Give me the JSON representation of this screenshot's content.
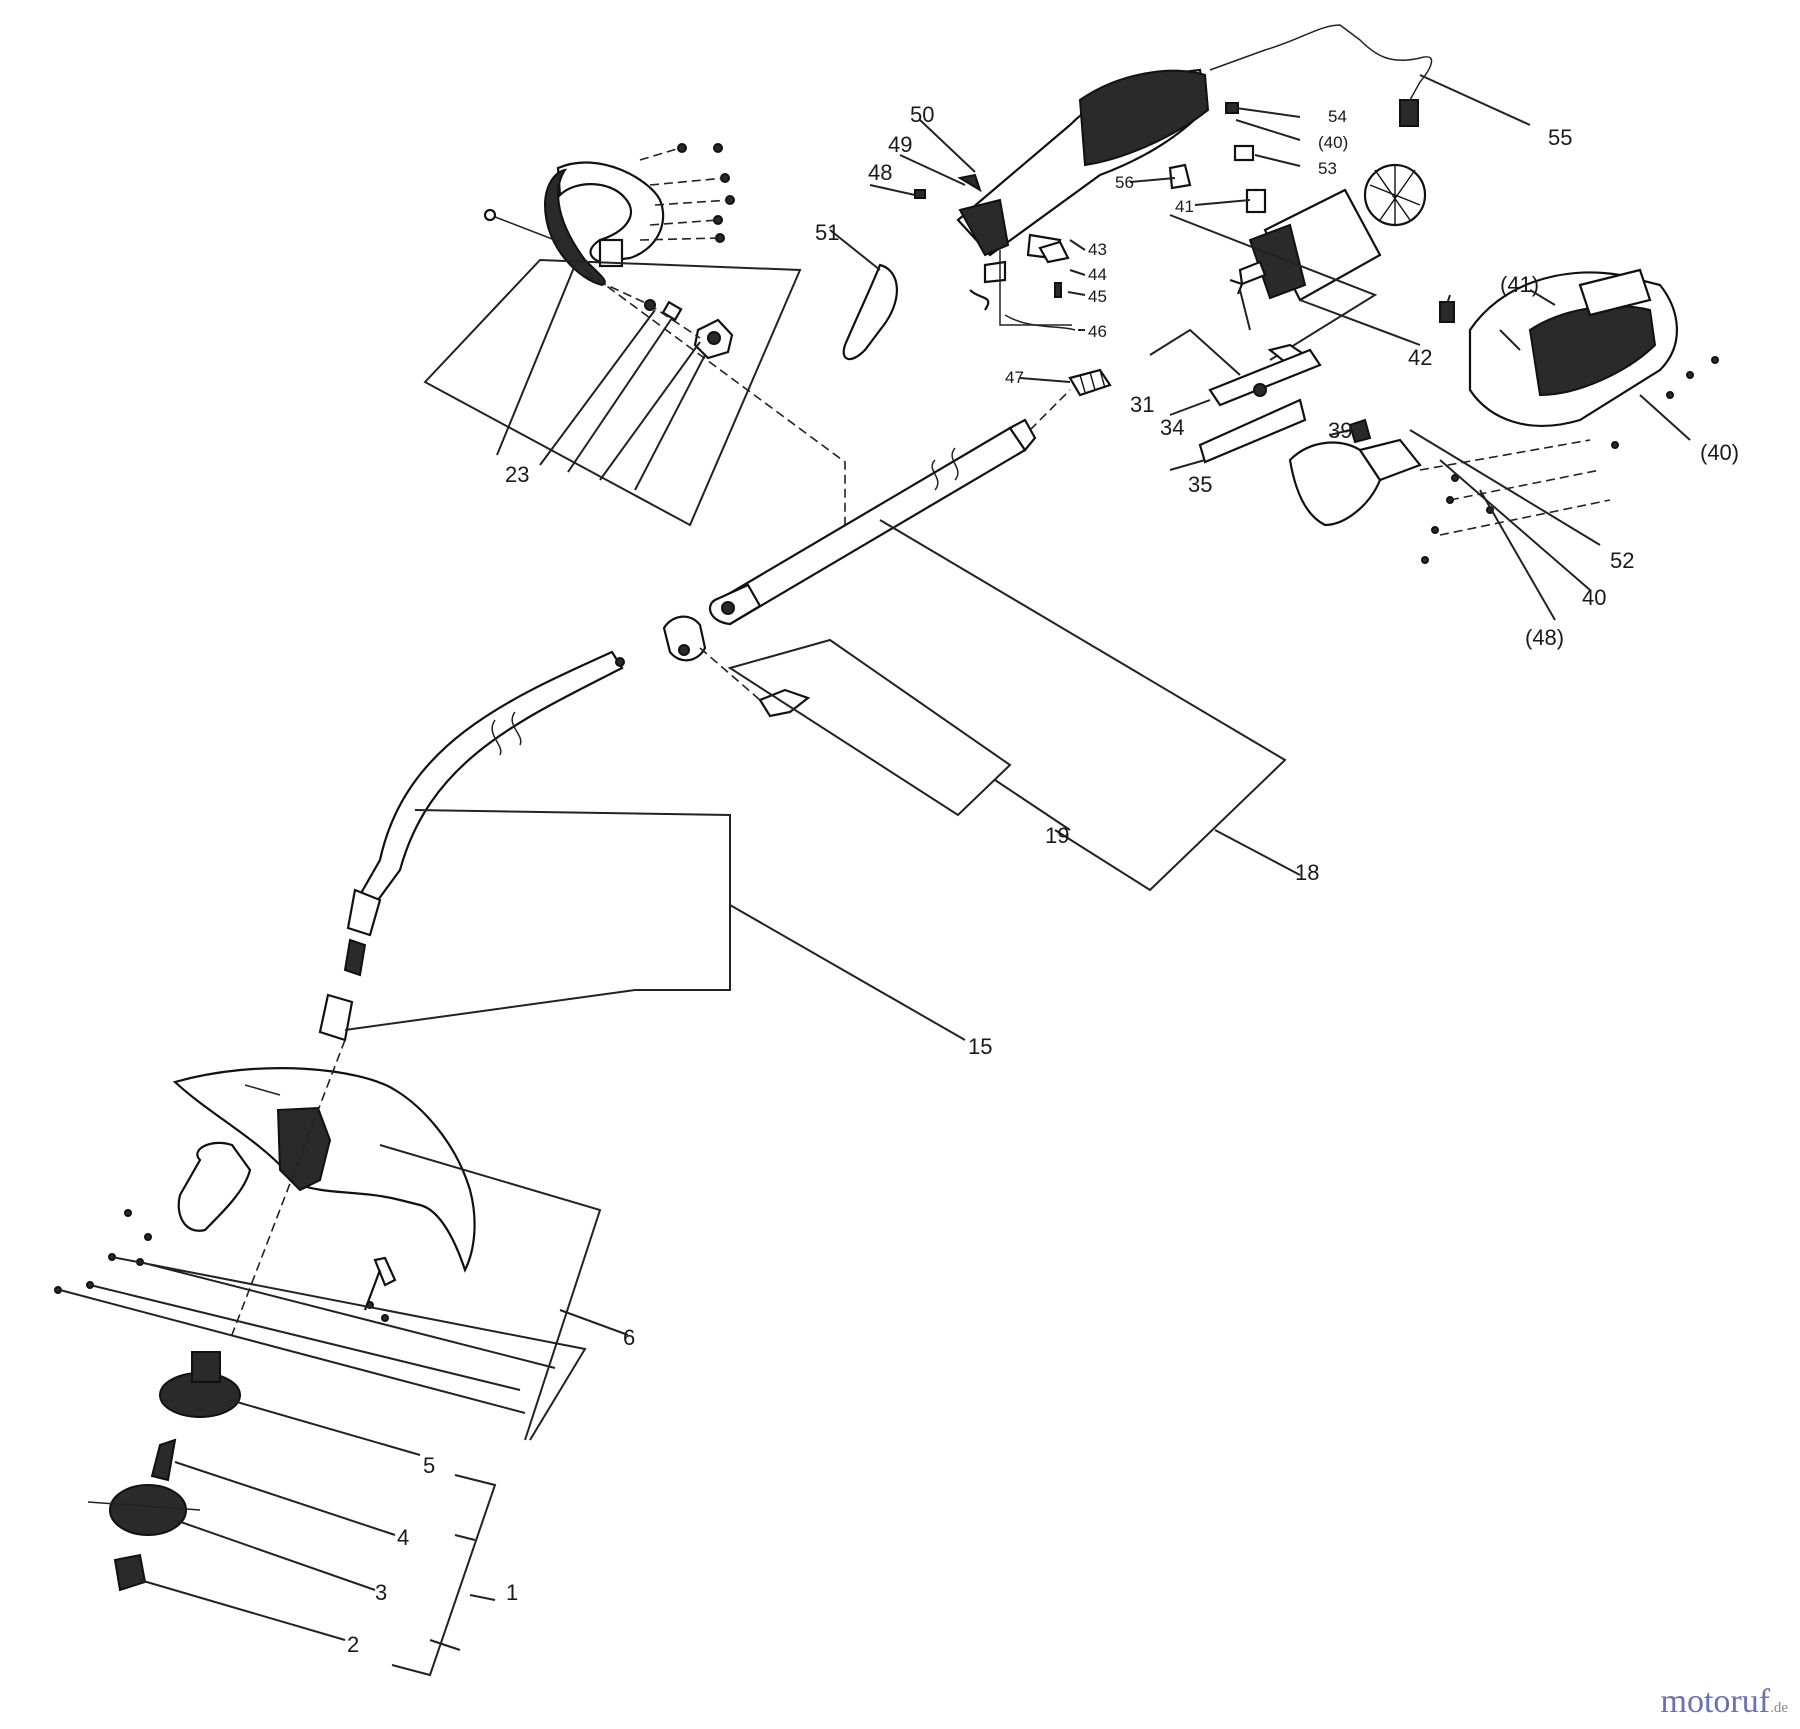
{
  "diagram": {
    "part_numbers": [
      "1",
      "2",
      "3",
      "4",
      "5",
      "6",
      "15",
      "18",
      "19",
      "23",
      "31",
      "34",
      "35",
      "39",
      "40",
      "(40)",
      "(40)",
      "41",
      "(41)",
      "42",
      "43",
      "44",
      "45",
      "46",
      "47",
      "48",
      "(48)",
      "49",
      "50",
      "51",
      "52",
      "53",
      "54",
      "55",
      "56"
    ],
    "watermark": {
      "main": "motoruf",
      "tld": ".de"
    },
    "colors": {
      "line": "#222222",
      "background": "#ffffff",
      "watermark": "#6a6fb6"
    }
  }
}
